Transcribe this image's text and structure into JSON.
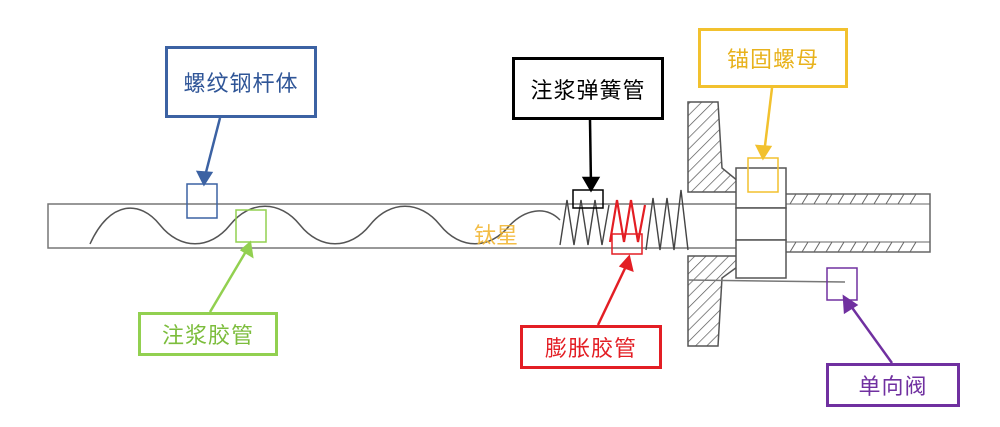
{
  "labels": {
    "rebar_body": "螺纹钢杆体",
    "grout_spring_tube": "注浆弹簧管",
    "anchor_nut": "锚固螺母",
    "grout_hose": "注浆胶管",
    "expansion_hose": "膨胀胶管",
    "check_valve": "单向阀"
  },
  "watermark": "钛星",
  "colors": {
    "rebar_body": "#3c62a3",
    "grout_spring_tube": "#000000",
    "anchor_nut": "#f2c12e",
    "grout_hose": "#92d050",
    "expansion_hose": "#e31e24",
    "check_valve": "#7030a0",
    "structure": "#5a5a5a"
  }
}
